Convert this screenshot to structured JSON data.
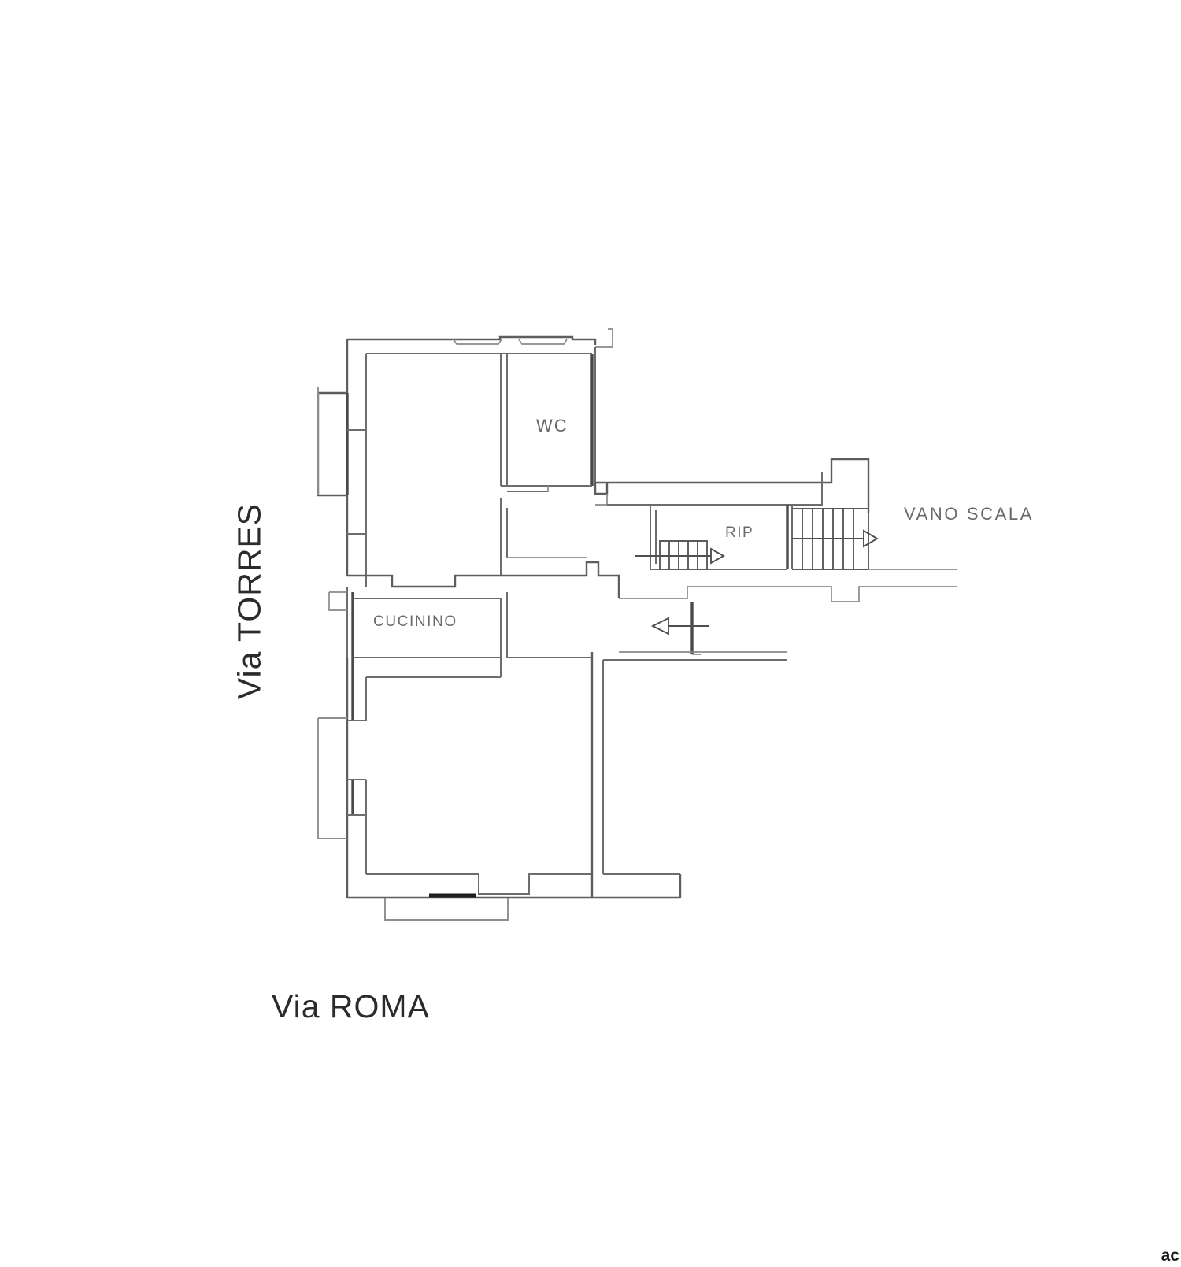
{
  "document": {
    "type": "architectural-floor-plan",
    "corner_mark": "ac"
  },
  "rooms": [
    {
      "id": "wc",
      "label": "WC",
      "meaning": "bathroom"
    },
    {
      "id": "rip",
      "label": "RIP",
      "meaning": "ripostiglio-storage"
    },
    {
      "id": "cucinino",
      "label": "CUCININO",
      "meaning": "kitchenette"
    },
    {
      "id": "vano-scala",
      "label": "VANO  SCALA",
      "meaning": "stairwell"
    }
  ],
  "labels": {
    "wc": "WC",
    "rip": "RIP",
    "cucinino": "CUCININO",
    "vano_scala": "VANO  SCALA"
  },
  "streets": {
    "left": "Via  TORRES",
    "bottom": "Via   ROMA"
  },
  "colors": {
    "wall": "#5e5e5e",
    "wall_thick": "#4a4a4a",
    "threshold": "#1d1d1d",
    "label_text": "#6a6a6a",
    "street_text": "#2b2b2b",
    "background": "#ffffff"
  },
  "elements": {
    "stairs_main_risers": 7,
    "stairs_small_risers": 5,
    "direction_arrows": 3
  }
}
